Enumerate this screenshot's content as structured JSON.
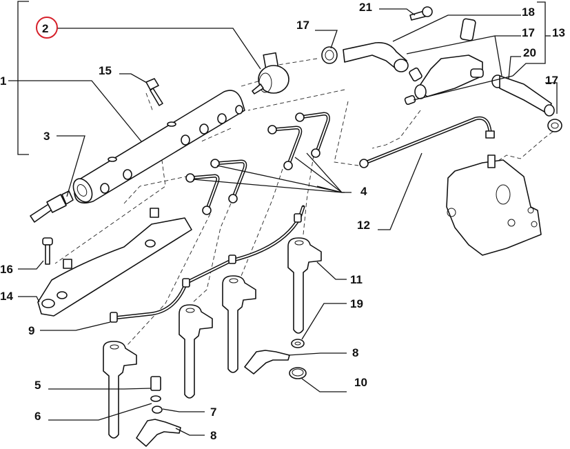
{
  "diagram": {
    "title": "Fuel injection system - exploded parts view",
    "highlight_color": "#d6202a",
    "highlighted_callout": "2",
    "callouts": [
      {
        "id": "c1",
        "label": "1",
        "part": "fuel rail (common rail)"
      },
      {
        "id": "c2",
        "label": "2",
        "part": "pressure regulator valve"
      },
      {
        "id": "c3",
        "label": "3",
        "part": "rail pressure sensor"
      },
      {
        "id": "c4",
        "label": "4",
        "part": "injector high-pressure pipes"
      },
      {
        "id": "c5",
        "label": "5",
        "part": "spacer sleeve"
      },
      {
        "id": "c6",
        "label": "6",
        "part": "washer"
      },
      {
        "id": "c7",
        "label": "7",
        "part": "nut"
      },
      {
        "id": "c8a",
        "label": "8",
        "part": "injector clamp"
      },
      {
        "id": "c8b",
        "label": "8",
        "part": "injector clamp"
      },
      {
        "id": "c9",
        "label": "9",
        "part": "injector return line"
      },
      {
        "id": "c10",
        "label": "10",
        "part": "sealing ring"
      },
      {
        "id": "c11",
        "label": "11",
        "part": "injector"
      },
      {
        "id": "c12",
        "label": "12",
        "part": "high-pressure supply pipe"
      },
      {
        "id": "c13",
        "label": "13",
        "part": "fuel return assembly"
      },
      {
        "id": "c14",
        "label": "14",
        "part": "rail bracket"
      },
      {
        "id": "c15",
        "label": "15",
        "part": "rail fixing bolt"
      },
      {
        "id": "c16",
        "label": "16",
        "part": "bracket fixing bolt"
      },
      {
        "id": "c17a",
        "label": "17",
        "part": "hose clamp"
      },
      {
        "id": "c17b",
        "label": "17",
        "part": "hose clamp"
      },
      {
        "id": "c17c",
        "label": "17",
        "part": "hose clamp"
      },
      {
        "id": "c18",
        "label": "18",
        "part": "fuel hose"
      },
      {
        "id": "c19",
        "label": "19",
        "part": "copper washer"
      },
      {
        "id": "c20",
        "label": "20",
        "part": "return hose"
      },
      {
        "id": "c21",
        "label": "21",
        "part": "fixing screw"
      }
    ]
  }
}
